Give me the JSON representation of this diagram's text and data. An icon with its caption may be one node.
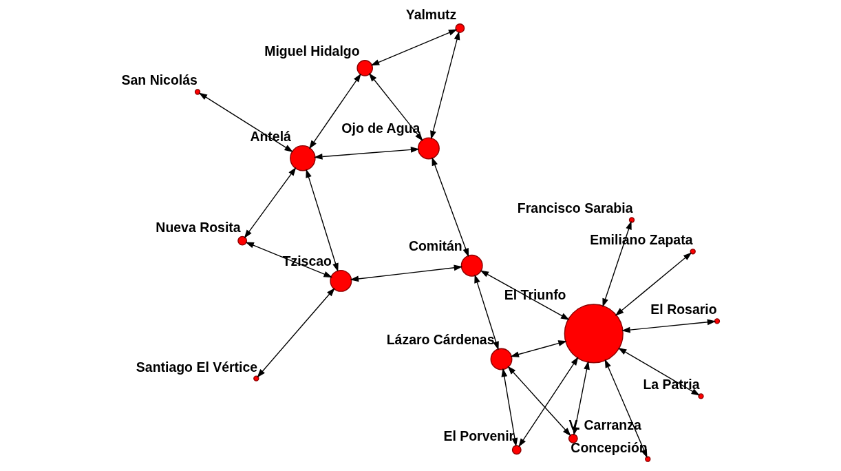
{
  "diagram": {
    "nodes": [
      {
        "text": [],
        "shape": "circle",
        "beside": [
          "Santiago El Vértice"
        ]
      },
      {
        "text": [],
        "shape": "circle",
        "beside": [
          "Nueva Rosita"
        ]
      },
      {
        "text": [],
        "shape": "circle",
        "beside": [
          "Tziscao"
        ]
      },
      {
        "text": [],
        "shape": "circle",
        "beside": [
          "Francisco Sarabia"
        ]
      },
      {
        "text": [],
        "shape": "circle",
        "beside": [
          "El Rosario"
        ]
      },
      {
        "text": [],
        "shape": "circle",
        "beside": [
          "San Nicolás"
        ]
      },
      {
        "text": [],
        "shape": "circle",
        "beside": [
          "Concepción"
        ]
      },
      {
        "text": [],
        "shape": "circle",
        "beside": [
          "Comitán"
        ]
      },
      {
        "text": [],
        "shape": "circle",
        "beside": [
          "Antelá"
        ]
      },
      {
        "text": [],
        "shape": "circle",
        "beside": [
          "El Triunfo"
        ]
      },
      {
        "text": [],
        "shape": "circle",
        "beside": [
          "La Patria"
        ]
      },
      {
        "text": [],
        "shape": "circle",
        "beside": [
          "Ojo de Agua"
        ]
      },
      {
        "text": [],
        "shape": "circle",
        "beside": [
          "Lázaro Cárdenas"
        ]
      },
      {
        "text": [],
        "shape": "circle",
        "beside": [
          "Miguel Hidalgo"
        ]
      },
      {
        "text": [],
        "shape": "circle",
        "beside": [
          "Emiliano Zapata"
        ]
      },
      {
        "text": [],
        "shape": "circle",
        "beside": [
          "El Porvenir"
        ]
      },
      {
        "text": [],
        "shape": "circle",
        "beside": [
          "V. Carranza"
        ]
      },
      {
        "text": [],
        "shape": "circle",
        "beside": [
          "Yalmutz"
        ]
      }
    ],
    "edges": [
      {
        "from": 9,
        "to": 3,
        "arrow": "both"
      },
      {
        "from": 9,
        "to": 4,
        "arrow": "both"
      },
      {
        "from": 9,
        "to": 6,
        "arrow": "both"
      },
      {
        "from": 9,
        "to": 10,
        "arrow": "both"
      },
      {
        "from": 9,
        "to": 14,
        "arrow": "both"
      },
      {
        "from": 9,
        "to": 15,
        "arrow": "both"
      },
      {
        "from": 9,
        "to": 16,
        "arrow": "both"
      },
      {
        "from": 9,
        "to": 12,
        "arrow": "both"
      },
      {
        "from": 9,
        "to": 7,
        "arrow": "both"
      },
      {
        "from": 12,
        "to": 7,
        "arrow": "both"
      },
      {
        "from": 12,
        "to": 15,
        "arrow": "both"
      },
      {
        "from": 12,
        "to": 16,
        "arrow": "both"
      },
      {
        "from": 7,
        "to": 2,
        "arrow": "both"
      },
      {
        "from": 7,
        "to": 11,
        "arrow": "both"
      },
      {
        "from": 2,
        "to": 0,
        "arrow": "both"
      },
      {
        "from": 2,
        "to": 1,
        "arrow": "both"
      },
      {
        "from": 2,
        "to": 8,
        "arrow": "both"
      },
      {
        "from": 1,
        "to": 8,
        "arrow": "both"
      },
      {
        "from": 8,
        "to": 5,
        "arrow": "both"
      },
      {
        "from": 8,
        "to": 11,
        "arrow": "both"
      },
      {
        "from": 8,
        "to": 13,
        "arrow": "both"
      },
      {
        "from": 11,
        "to": 13,
        "arrow": "both"
      },
      {
        "from": 11,
        "to": 17,
        "arrow": "both"
      },
      {
        "from": 13,
        "to": 17,
        "arrow": "both"
      }
    ]
  }
}
